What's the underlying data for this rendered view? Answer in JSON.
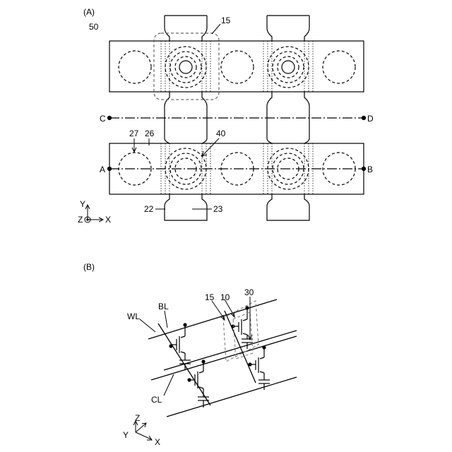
{
  "panel_a": {
    "label": "(A)",
    "id_50": "50",
    "ref_15": "15",
    "ref_27": "27",
    "ref_26": "26",
    "ref_40": "40",
    "ref_22": "22",
    "ref_23": "23",
    "pt_c": "C",
    "pt_d": "D",
    "pt_a": "A",
    "pt_b": "B",
    "axis_y": "Y",
    "axis_z": "Z",
    "axis_x": "X"
  },
  "panel_b": {
    "label": "(B)",
    "ref_15": "15",
    "ref_10": "10",
    "ref_30": "30",
    "wl": "WL",
    "bl": "BL",
    "cl": "CL",
    "axis_z": "Z",
    "axis_y": "Y",
    "axis_x": "X"
  }
}
